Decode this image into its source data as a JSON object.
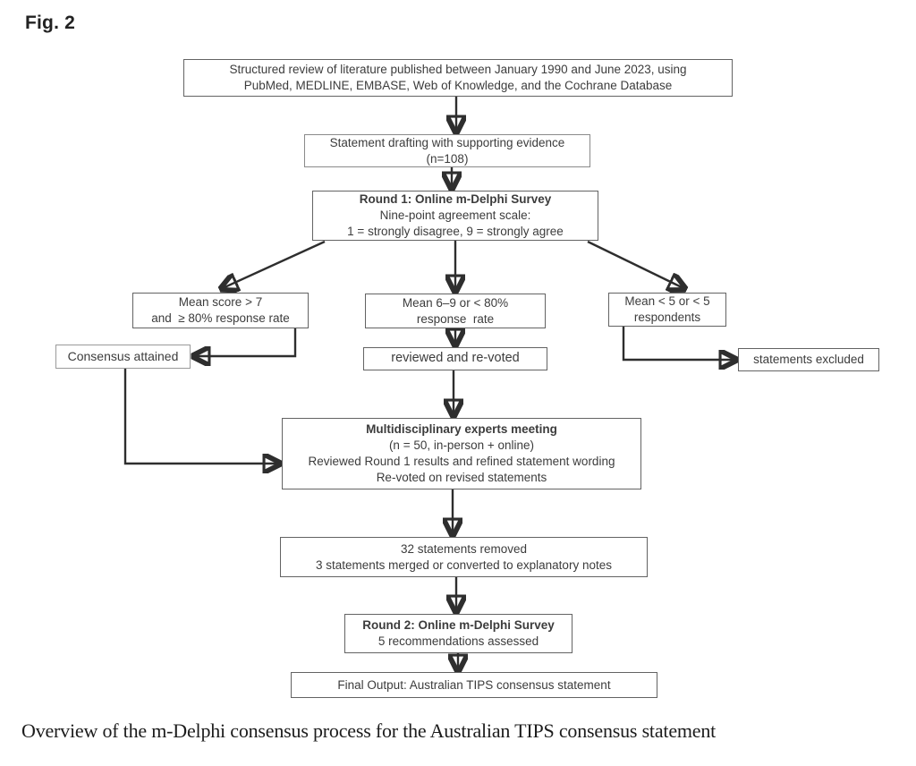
{
  "figure_label": "Fig. 2",
  "caption": "Overview of the m-Delphi consensus process for the Australian TIPS consensus statement",
  "colors": {
    "line": "#2e2e2e",
    "box_border": "#636363",
    "text": "#3c3c3c",
    "background": "#ffffff"
  },
  "flowchart": {
    "nodes": {
      "lit_review": {
        "lines": [
          "Structured review of literature published between January 1990 and June 2023, using",
          "PubMed, MEDLINE, EMBASE, Web of Knowledge, and the Cochrane Database"
        ]
      },
      "drafting": {
        "lines": [
          "Statement drafting with supporting evidence",
          "(n=108)"
        ]
      },
      "round1": {
        "lines": [
          "Round 1: Online m-Delphi Survey",
          "Nine-point agreement scale:",
          "1 = strongly disagree, 9 = strongly agree"
        ]
      },
      "mean_high": {
        "lines": [
          "Mean score > 7",
          "and  ≥ 80% response rate"
        ]
      },
      "mean_mid": {
        "lines": [
          "Mean 6–9 or < 80%",
          "response  rate"
        ]
      },
      "mean_low": {
        "lines": [
          "Mean < 5 or < 5",
          "respondents"
        ]
      },
      "consensus": {
        "lines": [
          "Consensus attained"
        ]
      },
      "revote": {
        "lines": [
          "reviewed and re-voted"
        ]
      },
      "excluded": {
        "lines": [
          "statements excluded"
        ]
      },
      "meeting": {
        "lines": [
          "Multidisciplinary experts meeting",
          "(n = 50, in-person + online)",
          "Reviewed Round 1 results and refined statement wording",
          "Re-voted on revised statements"
        ]
      },
      "removed": {
        "lines": [
          "32 statements removed",
          "3 statements merged or converted to explanatory notes"
        ]
      },
      "round2": {
        "lines": [
          "Round 2: Online m-Delphi Survey",
          "5 recommendations assessed"
        ]
      },
      "final": {
        "lines": [
          "Final Output: Australian TIPS consensus statement"
        ]
      }
    }
  }
}
